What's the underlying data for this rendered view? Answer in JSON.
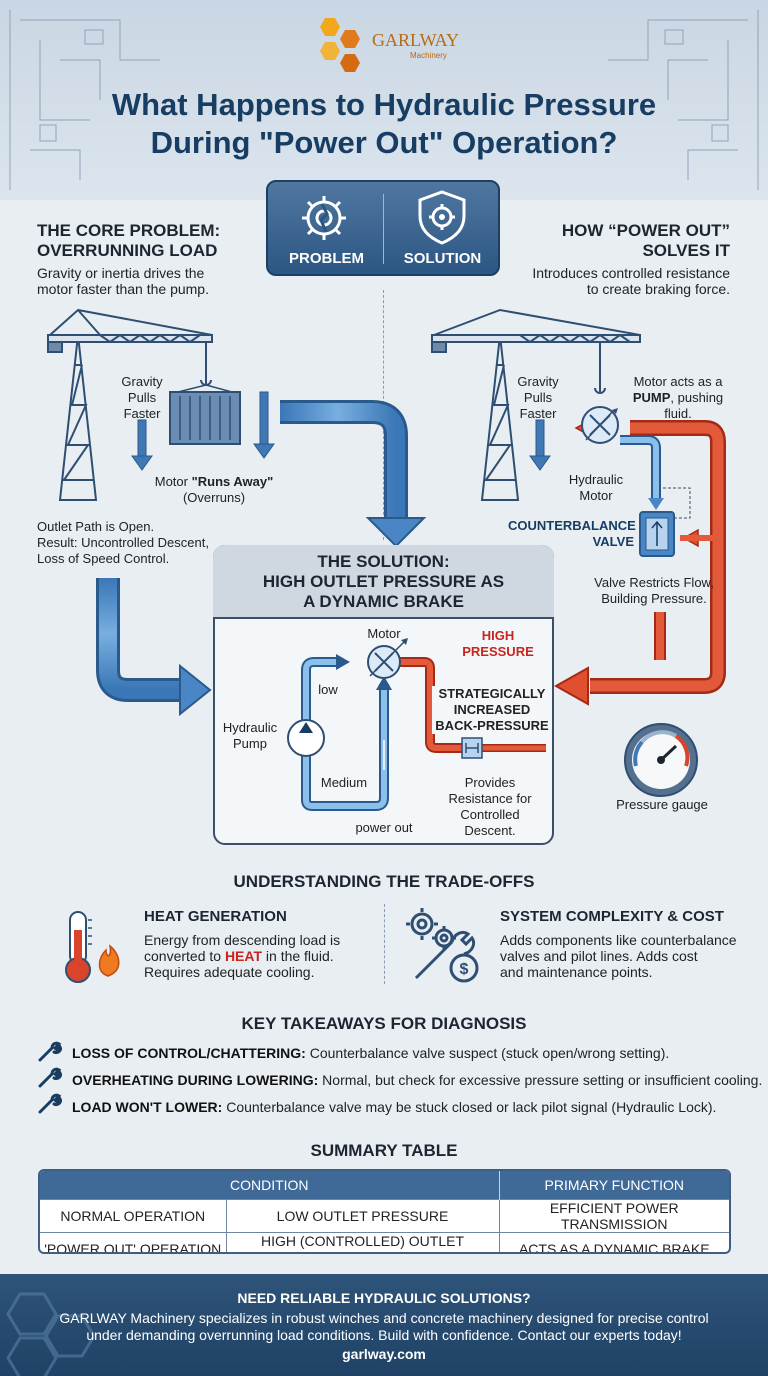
{
  "brand": {
    "name": "GARLWAY",
    "sub": "Machinery"
  },
  "title_line1": "What Happens to Hydraulic Pressure",
  "title_line2": "During \"Power Out\" Operation?",
  "badge": {
    "problem": "PROBLEM",
    "solution": "SOLUTION"
  },
  "left": {
    "title_line1": "THE CORE PROBLEM:",
    "title_line2": "OVERRUNNING LOAD",
    "desc_line1": "Gravity or inertia drives the",
    "desc_line2": "motor faster than the pump.",
    "gravity_line1": "Gravity",
    "gravity_line2": "Pulls",
    "gravity_line3": "Faster",
    "runs_prefix": "Motor ",
    "runs_bold": "\"Runs Away\"",
    "runs_line2": "(Overruns)",
    "outlet_line1": "Outlet Path is Open.",
    "outlet_line2": "Result: Uncontrolled Descent,",
    "outlet_line3": "Loss of Speed Control."
  },
  "right": {
    "title_line1": "HOW “POWER OUT”",
    "title_line2": "SOLVES IT",
    "desc_line1": "Introduces controlled resistance",
    "desc_line2": "to create braking force.",
    "gravity_line1": "Gravity",
    "gravity_line2": "Pulls",
    "gravity_line3": "Faster",
    "pump_line1": "Motor acts as a",
    "pump_bold": "PUMP",
    "pump_line2_rest": ", pushing",
    "pump_line3": "fluid.",
    "motor_line1": "Hydraulic",
    "motor_line2": "Motor",
    "valve_line1": "COUNTERBALANCE",
    "valve_line2": "VALVE",
    "restrict_line1": "Valve Restricts Flow,",
    "restrict_line2": "Building Pressure."
  },
  "center": {
    "title_line1": "THE SOLUTION:",
    "title_line2": "HIGH OUTLET PRESSURE AS",
    "title_line3": "A DYNAMIC BRAKE",
    "motor": "Motor",
    "high_line1": "HIGH",
    "high_line2": "PRESSURE",
    "low": "low",
    "pump_line1": "Hydraulic",
    "pump_line2": "Pump",
    "strategic_line1": "STRATEGICALLY",
    "strategic_line2": "INCREASED",
    "strategic_line3": "BACK-PRESSURE",
    "medium": "Medium",
    "provides_line1": "Provides",
    "provides_line2": "Resistance for",
    "provides_line3": "Controlled",
    "provides_line4": "Descent.",
    "power_out": "power out"
  },
  "gauge_label": "Pressure gauge",
  "tradeoffs": {
    "title": "UNDERSTANDING THE TRADE-OFFS",
    "heat_title": "HEAT GENERATION",
    "heat_line1": "Energy from descending load is",
    "heat_line2_pre": "converted to ",
    "heat_line2_bold": "HEAT",
    "heat_line2_post": " in the fluid.",
    "heat_line3": "Requires adequate cooling.",
    "cost_title": "SYSTEM COMPLEXITY & COST",
    "cost_line1": "Adds components like counterbalance",
    "cost_line2": "valves and pilot lines. Adds cost",
    "cost_line3": "and maintenance points."
  },
  "takeaways": {
    "title": "KEY TAKEAWAYS FOR DIAGNOSIS",
    "items": [
      {
        "bold": "LOSS OF CONTROL/CHATTERING:",
        "text": " Counterbalance valve suspect (stuck open/wrong setting)."
      },
      {
        "bold": "OVERHEATING DURING LOWERING:",
        "text": " Normal, but check for excessive pressure setting or insufficient cooling."
      },
      {
        "bold": "LOAD WON'T LOWER:",
        "text": " Counterbalance valve may be stuck closed or lack pilot signal (Hydraulic Lock)."
      }
    ]
  },
  "summary": {
    "title": "SUMMARY TABLE",
    "headers": [
      "CONDITION",
      "PRIMARY FUNCTION"
    ],
    "rows": [
      [
        "NORMAL OPERATION",
        "LOW OUTLET PRESSURE",
        "EFFICIENT POWER TRANSMISSION"
      ],
      [
        "'POWER OUT' OPERATION",
        "HIGH (CONTROLLED) OUTLET PRESSURE",
        "ACTS AS A DYNAMIC BRAKE"
      ]
    ]
  },
  "footer": {
    "title": "NEED RELIABLE HYDRAULIC SOLUTIONS?",
    "line1": "GARLWAY Machinery specializes in robust winches and concrete machinery designed for precise control",
    "line2": "under demanding overrunning load conditions. Build with confidence. Contact our experts today!",
    "url": "garlway.com"
  },
  "colors": {
    "navy": "#173d63",
    "blue_pipe": "#4a86c5",
    "red_pipe": "#d9442b",
    "accent_red": "#c8261c"
  },
  "icons": [
    "gear-broken-icon",
    "shield-gear-icon",
    "crane-icon",
    "container-icon",
    "thermometer-icon",
    "flame-icon",
    "gears-icon",
    "wrench-icon",
    "dollar-coin-icon",
    "pressure-gauge-icon"
  ]
}
